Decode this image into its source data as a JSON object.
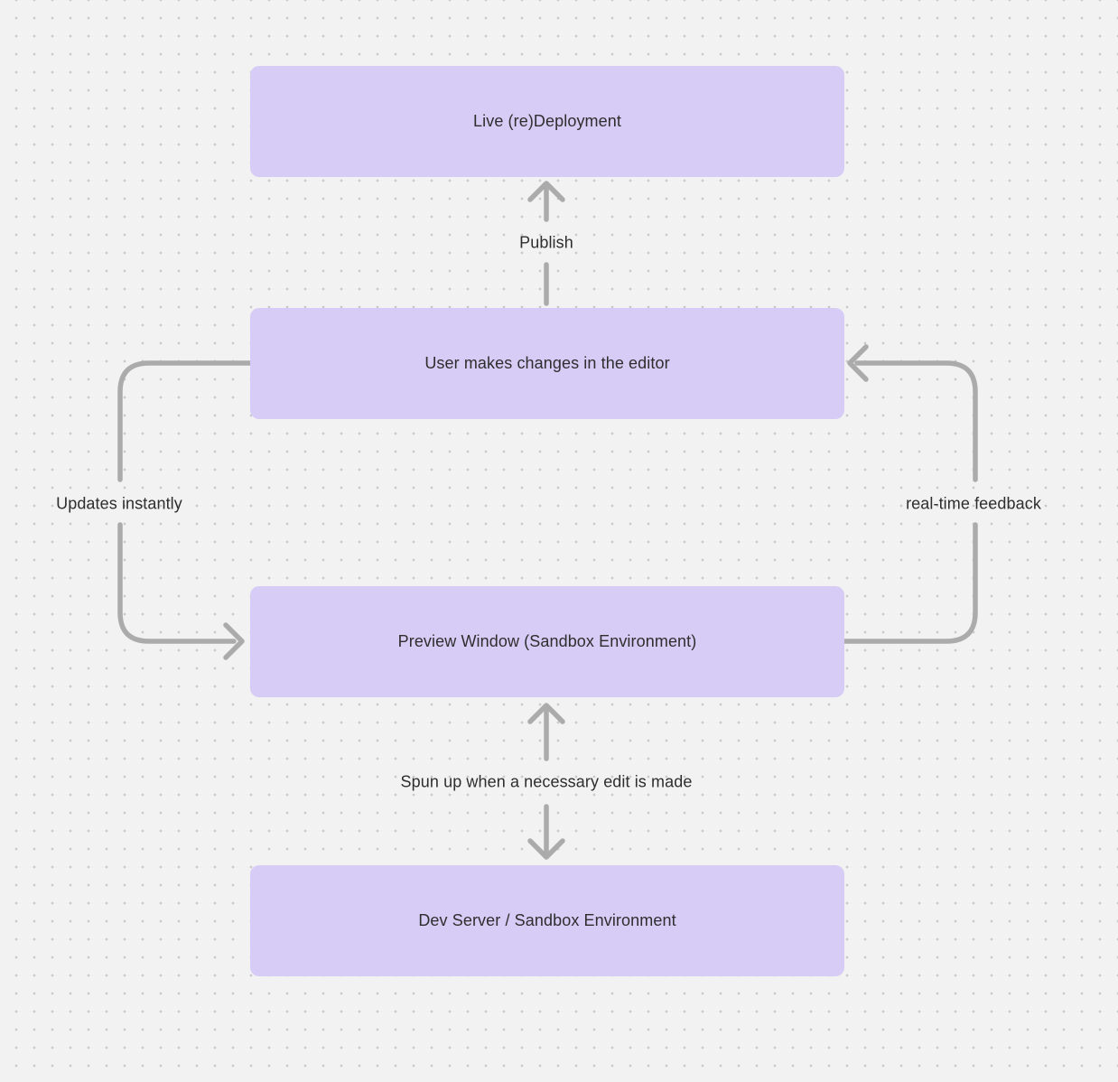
{
  "palette": {
    "background": "#f2f2f2",
    "dot": "#c9c9c9",
    "node_fill": "#d7ccf6",
    "arrow": "#ababab",
    "text": "#2e2e2e"
  },
  "nodes": [
    {
      "id": "live-redeployment",
      "label": "Live (re)Deployment"
    },
    {
      "id": "user-changes",
      "label": "User makes changes in the editor"
    },
    {
      "id": "preview-window",
      "label": "Preview Window (Sandbox Environment)"
    },
    {
      "id": "dev-server",
      "label": "Dev Server / Sandbox Environment"
    }
  ],
  "edges": {
    "publish": {
      "label": "Publish",
      "from": "user-changes",
      "to": "live-redeployment",
      "direction": "up"
    },
    "updates_instantly": {
      "label": "Updates instantly",
      "from": "user-changes",
      "to": "preview-window",
      "direction": "left-down"
    },
    "realtime_feedback": {
      "label": "real-time feedback",
      "from": "preview-window",
      "to": "user-changes",
      "direction": "right-up"
    },
    "spun_up": {
      "label": "Spun up when a necessary edit is made",
      "from": "dev-server",
      "to": "preview-window",
      "direction": "both"
    }
  }
}
